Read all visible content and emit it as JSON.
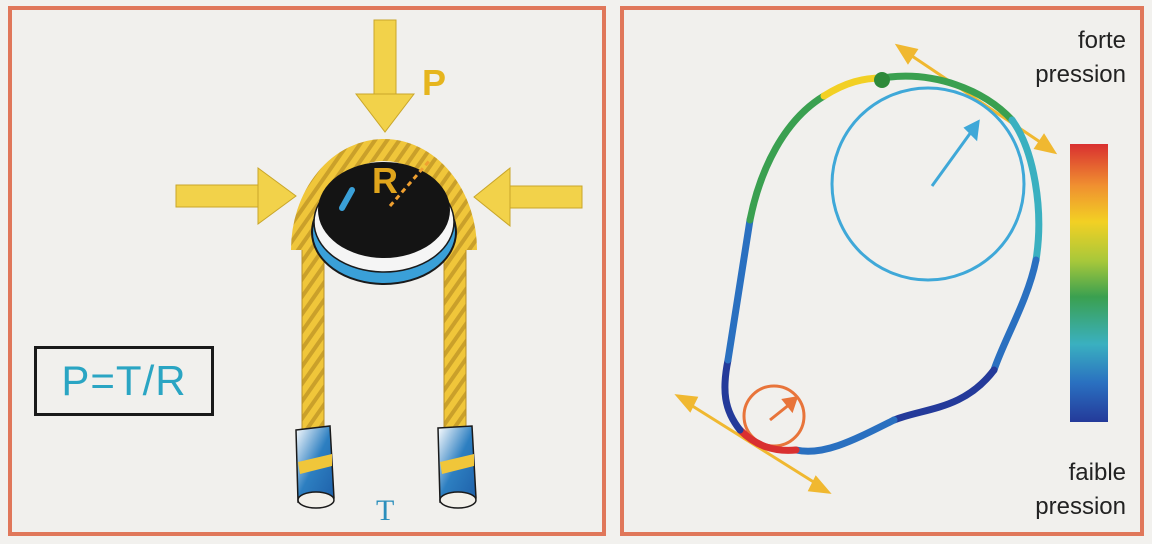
{
  "left_panel": {
    "formula": "P=T/R",
    "label_pressure": "P",
    "label_radius": "R",
    "label_tension": "T"
  },
  "right_panel": {
    "legend_top_line1": "forte",
    "legend_top_line2": "pression",
    "legend_bottom_line1": "faible",
    "legend_bottom_line2": "pression",
    "scale_colors": [
      "#d93030",
      "#f09030",
      "#f2d024",
      "#a8c83a",
      "#3aa050",
      "#3ab0c0",
      "#2a70c0",
      "#243a9a"
    ]
  },
  "colors": {
    "panel_border": "#e0775a",
    "arrow_yellow": "#f2d24a",
    "circle_blue": "#3fa8d8",
    "circle_orange": "#e8743a"
  }
}
